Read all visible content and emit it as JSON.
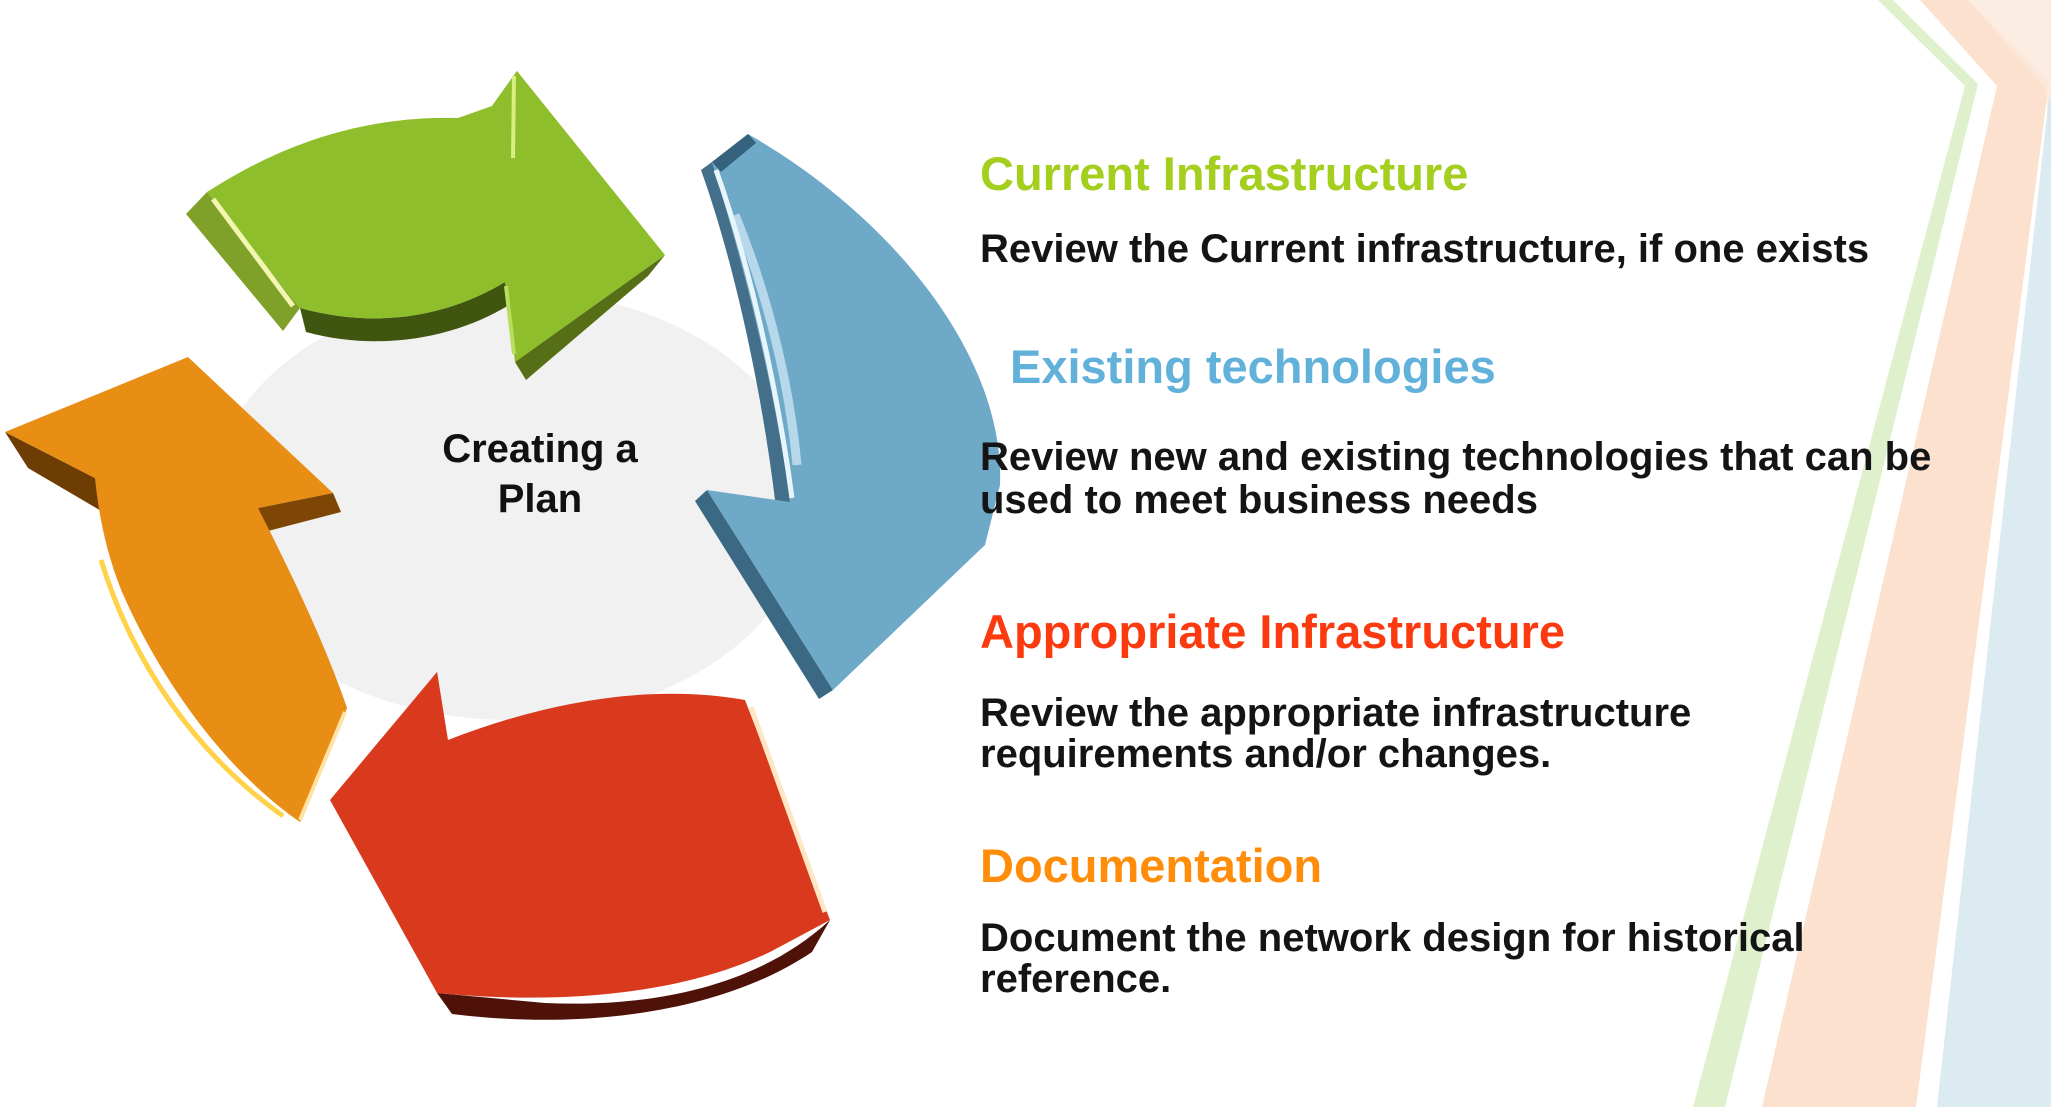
{
  "title": {
    "line1": "Creating a",
    "line2": "Plan",
    "full": "Creating a Plan"
  },
  "sections": [
    {
      "heading": "Current Infrastructure",
      "color": "#A4CF1E",
      "body": "Review the Current infrastructure, if one exists"
    },
    {
      "heading": "Existing technologies",
      "color": "#62B1DA",
      "body": "Review new and existing technologies that can be\nused to meet business needs"
    },
    {
      "heading": "Appropriate Infrastructure",
      "color": "#FB3A10",
      "body": "Review the appropriate infrastructure\nrequirements and/or changes."
    },
    {
      "heading": "Documentation",
      "color": "#FF8D0A",
      "body": "Document the network design for historical\nreference."
    }
  ],
  "diagram": {
    "green": {
      "label": "current-infrastructure-arrow",
      "face": "#8FBE2C",
      "side": "#7FA12A",
      "side2": "#5E7B18",
      "shadow": "#3F5510",
      "edge": "#566F16",
      "highlight": "#F2F7B0",
      "highlight2": "#D8ED82",
      "highlight3": "#BADD60"
    },
    "blue": {
      "label": "existing-technologies-arrow",
      "face": "#6FA9C8",
      "side": "#35627D",
      "dark": "#446F8A",
      "dark2": "#3B6882",
      "highlight": "#E8F6FC",
      "gleam": "#C9E4F2"
    },
    "red": {
      "label": "appropriate-infrastructure-arrow",
      "face": "#D93A1E",
      "dark": "#8A1F0E",
      "shadow": "#4E1208",
      "highlight": "#FFE6C4"
    },
    "orange": {
      "label": "documentation-arrow",
      "face": "#E98E15",
      "dark": "#6E3D04",
      "dark2": "#7E4604",
      "side": "#A85B06",
      "highlight": "#FFD24A",
      "highlight2": "#FFE3A6"
    },
    "center_shadow": "rgba(140,140,140,0.12)"
  },
  "background": {
    "green_stripe": "#D7EDBF",
    "peach_stripe": "#FADCC6",
    "peach_light": "#FBE9DC",
    "blue_stripe": "#D6E6EF"
  }
}
